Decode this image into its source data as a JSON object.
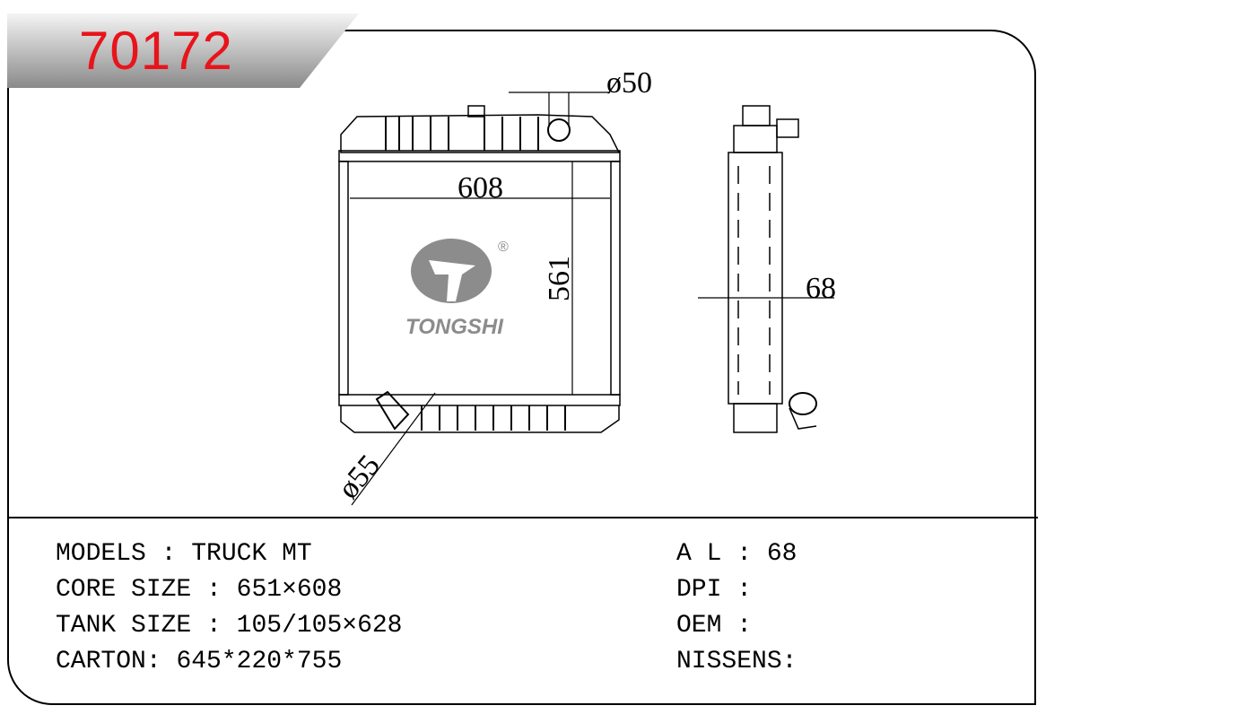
{
  "header": {
    "product_code": "70172"
  },
  "drawing": {
    "dimensions": {
      "width": "608",
      "height": "561",
      "depth": "68",
      "top_pipe": "ø50",
      "bottom_pipe": "ø55"
    },
    "logo": {
      "brand": "TONGSHI",
      "registered": "®"
    }
  },
  "specs_left": [
    {
      "label": "MODELS",
      "sep": " : ",
      "value": "TRUCK MT"
    },
    {
      "label": "CORE SIZE",
      "sep": " : ",
      "value": "651×608"
    },
    {
      "label": "TANK SIZE",
      "sep": " : ",
      "value": "105/105×628"
    },
    {
      "label": "CARTON",
      "sep": ": ",
      "value": "645*220*755"
    }
  ],
  "specs_right": [
    {
      "label": "A L",
      "sep": " : ",
      "value": "68"
    },
    {
      "label": "DPI",
      "sep": " : ",
      "value": ""
    },
    {
      "label": "OEM",
      "sep": " : ",
      "value": ""
    },
    {
      "label": "NISSENS",
      "sep": ":",
      "value": ""
    }
  ]
}
